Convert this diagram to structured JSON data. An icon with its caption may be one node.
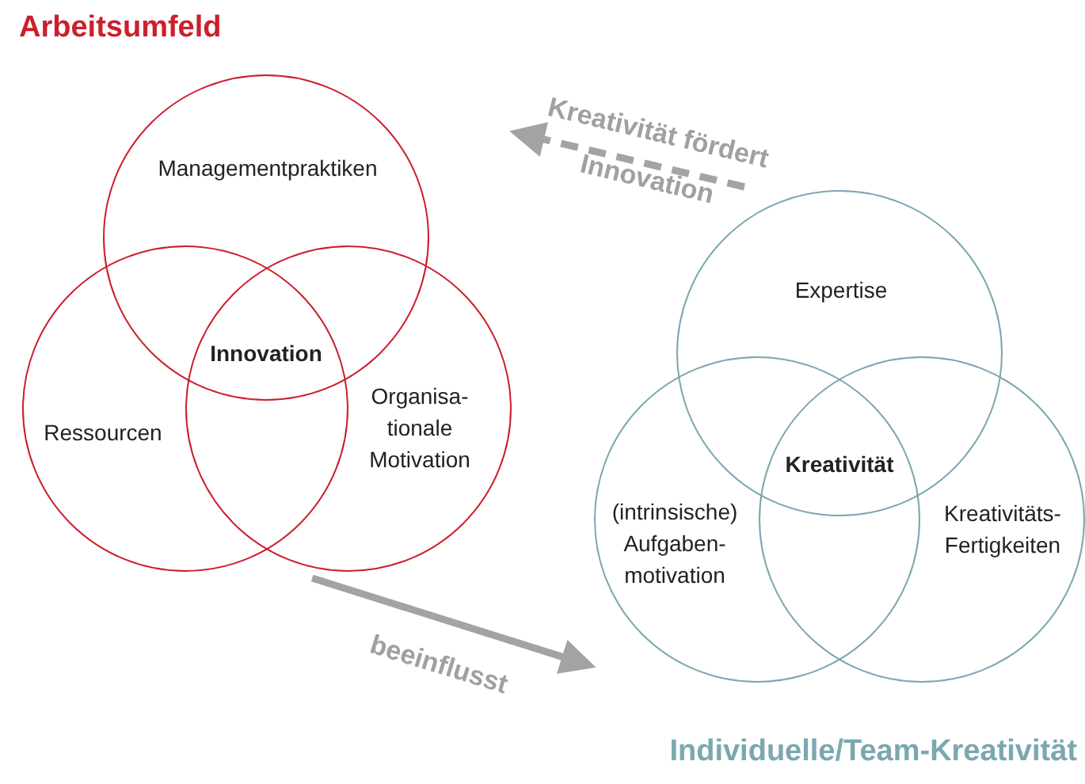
{
  "diagram": {
    "nodes": [
      {
        "text": [
          "Arbeitsumfeld"
        ]
      },
      {
        "text": [
          "Managementpraktiken"
        ],
        "in": 0
      },
      {
        "text": [
          "Ressourcen"
        ],
        "in": 0
      },
      {
        "text": [
          "Organisa-tionale Motivation"
        ],
        "in": 0
      },
      {
        "text": [
          "Innovation"
        ]
      },
      {
        "text": [
          "Individuelle/Team-Kreativität"
        ]
      },
      {
        "text": [
          "Expertise"
        ],
        "in": 5
      },
      {
        "text": [
          "(intrinsische) Aufgaben-motivation"
        ],
        "in": 5
      },
      {
        "text": [
          "Kreativitäts-Fertigkeiten"
        ],
        "in": 5
      },
      {
        "text": [
          "Kreativität"
        ]
      }
    ],
    "edges": [
      {
        "from": 5,
        "to": 0,
        "arrow": "to",
        "label": "Kreativität fördert Innovation",
        "style": "dashed"
      },
      {
        "from": 0,
        "to": 5,
        "arrow": "to",
        "label": "beeinflusst"
      }
    ]
  }
}
